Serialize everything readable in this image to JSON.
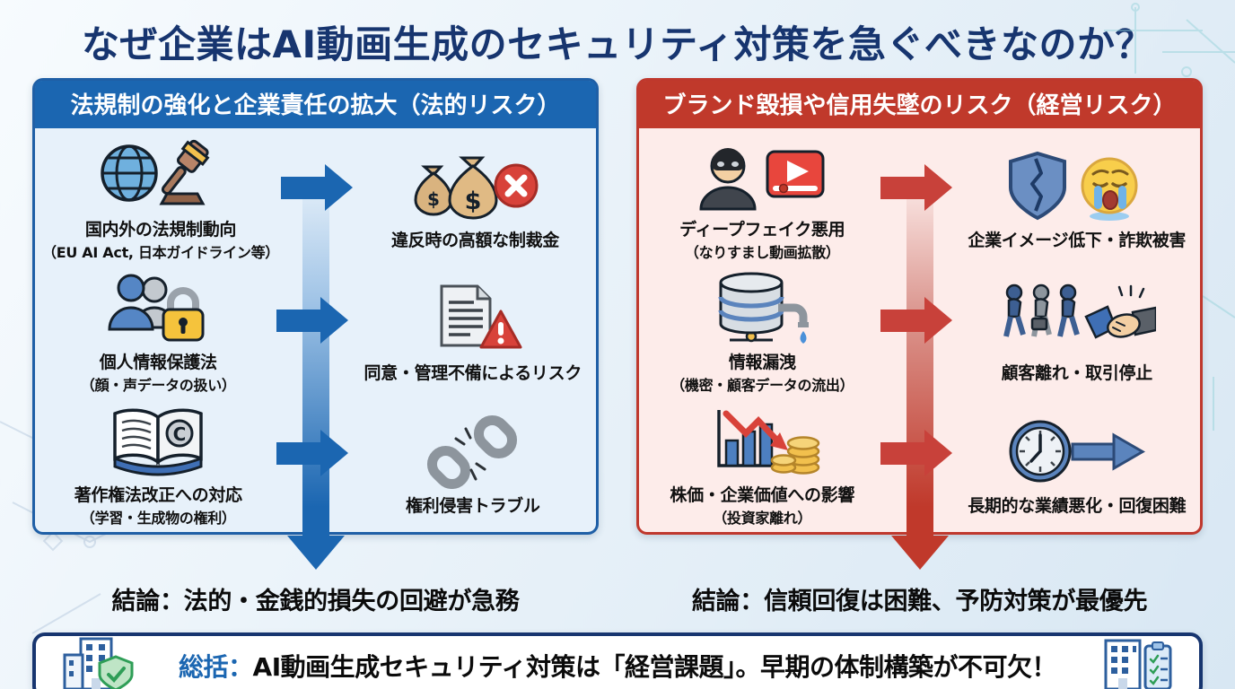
{
  "title": "なぜ企業はAI動画生成のセキュリティ対策を急ぐべきなのか？",
  "colors": {
    "title_text": "#17356f",
    "legal_accent": "#1b66b1",
    "legal_panel_bg": "#e7f1fa",
    "brand_accent": "#c0392b",
    "brand_panel_bg": "#fdecea",
    "summary_border": "#17356f",
    "summary_label": "#1b66b1"
  },
  "panels": [
    {
      "id": "legal-risk",
      "header": "法規制の強化と企業責任の拡大（法的リスク）",
      "rows": [
        {
          "source": {
            "icon": "globe-gavel-icon",
            "title": "国内外の法規制動向",
            "subtitle": "（EU AI Act, 日本ガイドライン等）"
          },
          "result": {
            "icon": "money-bags-penalty-icon",
            "title": "違反時の高額な制裁金",
            "subtitle": ""
          }
        },
        {
          "source": {
            "icon": "people-lock-icon",
            "title": "個人情報保護法",
            "subtitle": "（顔・声データの扱い）"
          },
          "result": {
            "icon": "document-warning-icon",
            "title": "同意・管理不備によるリスク",
            "subtitle": ""
          }
        },
        {
          "source": {
            "icon": "copyright-book-icon",
            "title": "著作権法改正への対応",
            "subtitle": "（学習・生成物の権利）"
          },
          "result": {
            "icon": "broken-chain-icon",
            "title": "権利侵害トラブル",
            "subtitle": ""
          }
        }
      ],
      "conclusion": "結論：法的・金銭的損失の回避が急務"
    },
    {
      "id": "brand-risk",
      "header": "ブランド毀損や信用失墜のリスク（経営リスク）",
      "rows": [
        {
          "source": {
            "icon": "deepfake-hacker-video-icon",
            "title": "ディープフェイク悪用",
            "subtitle": "（なりすまし動画拡散）"
          },
          "result": {
            "icon": "broken-shield-crying-icon",
            "title": "企業イメージ低下・詐欺被害",
            "subtitle": ""
          }
        },
        {
          "source": {
            "icon": "database-leak-icon",
            "title": "情報漏洩",
            "subtitle": "（機密・顧客データの流出）"
          },
          "result": {
            "icon": "customers-leaving-handshake-icon",
            "title": "顧客離れ・取引停止",
            "subtitle": ""
          }
        },
        {
          "source": {
            "icon": "stock-decline-coins-icon",
            "title": "株価・企業価値への影響",
            "subtitle": "（投資家離れ）"
          },
          "result": {
            "icon": "clock-arrow-icon",
            "title": "長期的な業績悪化・回復困難",
            "subtitle": ""
          }
        }
      ],
      "conclusion": "結論：信頼回復は困難、予防対策が最優先"
    }
  ],
  "summary": {
    "label": "総括：",
    "text": "AI動画生成セキュリティ対策は「経営課題」。早期の体制構築が不可欠！",
    "left_icon": "building-shield-icon",
    "right_icon": "building-checklist-icon"
  }
}
